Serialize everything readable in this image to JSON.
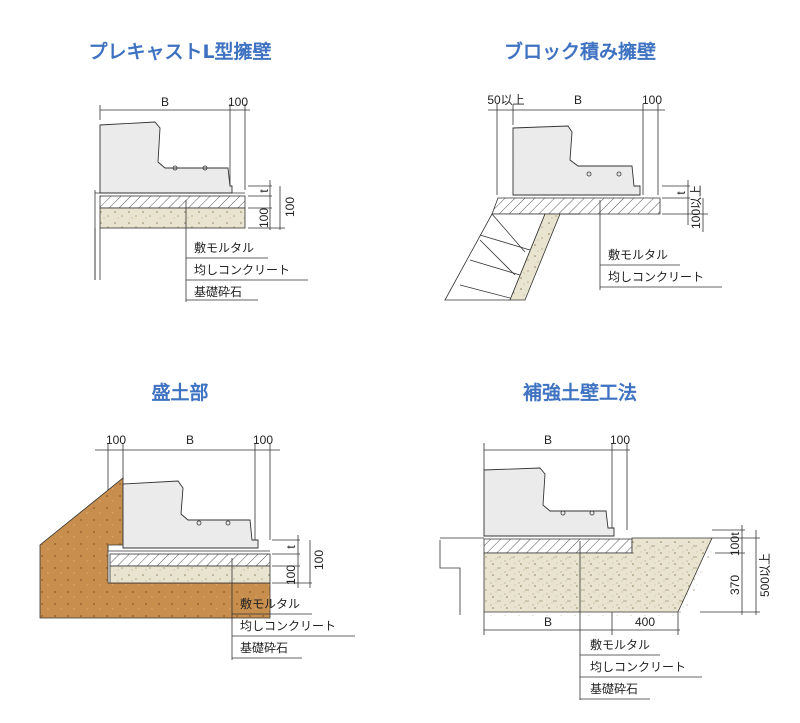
{
  "diagrams": {
    "tl": {
      "title": "プレキャストL型擁壁",
      "dim_b": "B",
      "dim_100": "100",
      "dim_t": "t",
      "dim_100a": "100",
      "dim_100b": "100",
      "labels": [
        "敷モルタル",
        "均しコンクリート",
        "基礎砕石"
      ]
    },
    "tr": {
      "title": "ブロック積み擁壁",
      "dim_50": "50以上",
      "dim_b": "B",
      "dim_100": "100",
      "dim_t": "t",
      "dim_100up": "100以上",
      "labels": [
        "敷モルタル",
        "均しコンクリート"
      ]
    },
    "bl": {
      "title": "盛土部",
      "dim_100l": "100",
      "dim_b": "B",
      "dim_100r": "100",
      "dim_t": "t",
      "dim_100a": "100",
      "dim_100b": "100",
      "labels": [
        "敷モルタル",
        "均しコンクリート",
        "基礎砕石"
      ]
    },
    "br": {
      "title": "補強土壁工法",
      "dim_b": "B",
      "dim_100": "100",
      "dim_t": "t",
      "dim_100v": "100",
      "dim_370": "370",
      "dim_500": "500以上",
      "dim_b2": "B",
      "dim_400": "400",
      "labels": [
        "敷モルタル",
        "均しコンクリート",
        "基礎砕石"
      ]
    }
  }
}
